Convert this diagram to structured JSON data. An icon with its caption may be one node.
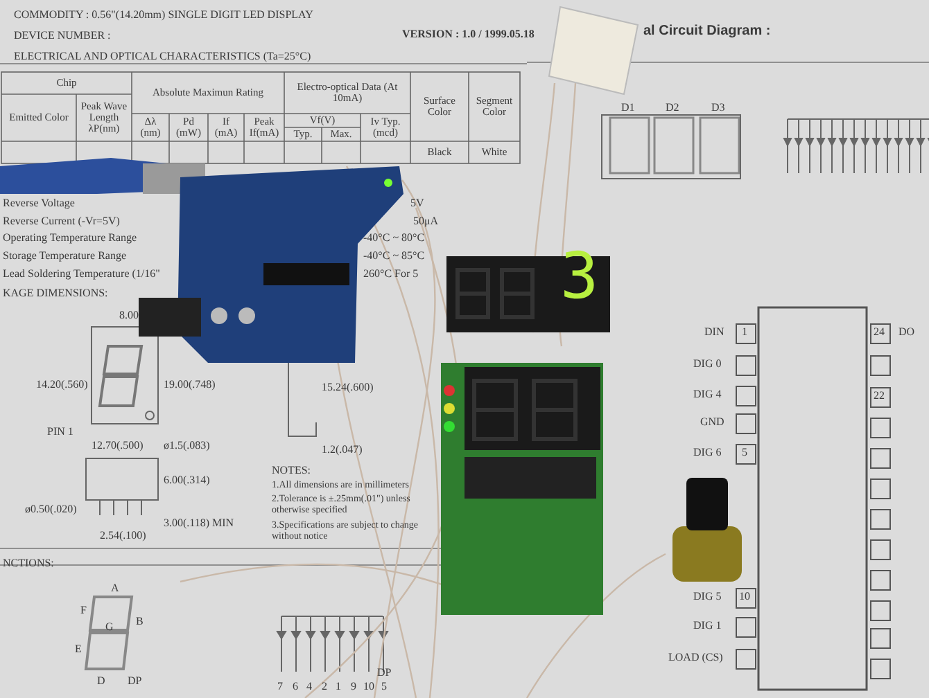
{
  "diagram": {
    "labels": [
      "COMMODITY : 0.56\"(14.20mm) SINGLE DIGIT LED DISPLAY",
      "DEVICE NUMBER :",
      "VERSION : 1.0 / 1999.05.18",
      "ELECTRICAL AND OPTICAL CHARACTERISTICS (Ta=25°C)",
      "al Circuit Diagram :",
      "Chip",
      "Absolute Maximun Rating",
      "Electro-optical Data (At 10mA)",
      "Surface Color",
      "Segment Color",
      "Emitted Color",
      "Peak Wave Length λP(nm)",
      "Δλ (nm)",
      "Pd (mW)",
      "If (mA)",
      "Peak If(mA)",
      "Vf(V)",
      "Iv Typ. (mcd)",
      "Typ.",
      "Max.",
      "Black",
      "White",
      "Reverse Voltage",
      "5V",
      "Reverse Current (-Vr=5V)",
      "50μA",
      "Operating Temperature Range",
      "-40°C ~ 80°C",
      "Storage Temperature Range",
      "-40°C ~ 85°C",
      "Lead Soldering Temperature (1/16\"",
      "260°C For 5",
      "KAGE DIMENSIONS:",
      "8.00",
      "14.20(.560)",
      "19.00(.748)",
      "PIN 1",
      "12.70(.500)",
      "ø1.5(.083)",
      "15.24(.600)",
      "1.2(.047)",
      "6.00(.314)",
      "ø0.50(.020)",
      "2.54(.100)",
      "3.00(.118) MIN",
      "NOTES:",
      "1.All dimensions are in millimeters",
      "2.Tolerance is ±.25mm(.01\") unless otherwise specified",
      "3.Specifications are subject to change without notice",
      "NCTIONS:",
      "A",
      "F",
      "B",
      "G",
      "E",
      "D",
      "DP",
      "7",
      "6",
      "4",
      "2",
      "1",
      "9",
      "10",
      "5",
      "DP",
      "D1",
      "D2",
      "D3",
      "DIN",
      "1",
      "DIG 0",
      "DIG 4",
      "GND",
      "DIG 6",
      "5",
      "DIG 5",
      "10",
      "DIG 1",
      "LOAD (CS)",
      "24",
      "DO",
      "22",
      "3"
    ]
  }
}
